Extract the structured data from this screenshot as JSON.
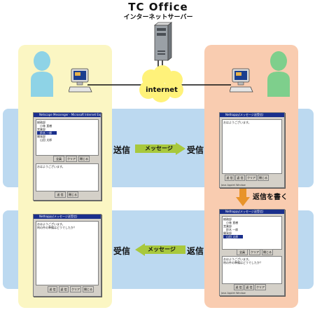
{
  "header": {
    "title": "TC Office",
    "subtitle": "インターネットサーバー"
  },
  "network": {
    "label": "internet"
  },
  "top_flow": {
    "left_label": "送信",
    "arrow_label": "メッセージ",
    "right_label": "受信"
  },
  "bottom_flow": {
    "left_label": "受信",
    "arrow_label": "メッセージ",
    "right_label": "返信"
  },
  "reply_step": {
    "label": "返信を書く"
  },
  "windows": {
    "ie_title": "Netscape Messenger - Microsoft Internet Explorer",
    "applet_title": "Nethappy(メッセージ送受信)",
    "applet_status": "Java Applet Window",
    "greeting": "おはようございます。",
    "reply_question": "例の件の準備はどうでしたか？",
    "members": [
      "総務部",
      "小林 直樹",
      "営業部",
      "鈴木 一郎",
      "開発部",
      "山田 太郎"
    ],
    "buttons": {
      "send": "送 信",
      "reply": "返 信",
      "clear": "クリア",
      "close": "閉じる",
      "all": "全員"
    }
  },
  "colors": {
    "user_column": "#fbf6c3",
    "reply_column": "#f9ccb0",
    "band": "#bcd9f0",
    "arrow": "#a8c83c",
    "step_arrow": "#e8932a",
    "left_user": "#8ed3e6",
    "right_user": "#7ecf8c"
  }
}
